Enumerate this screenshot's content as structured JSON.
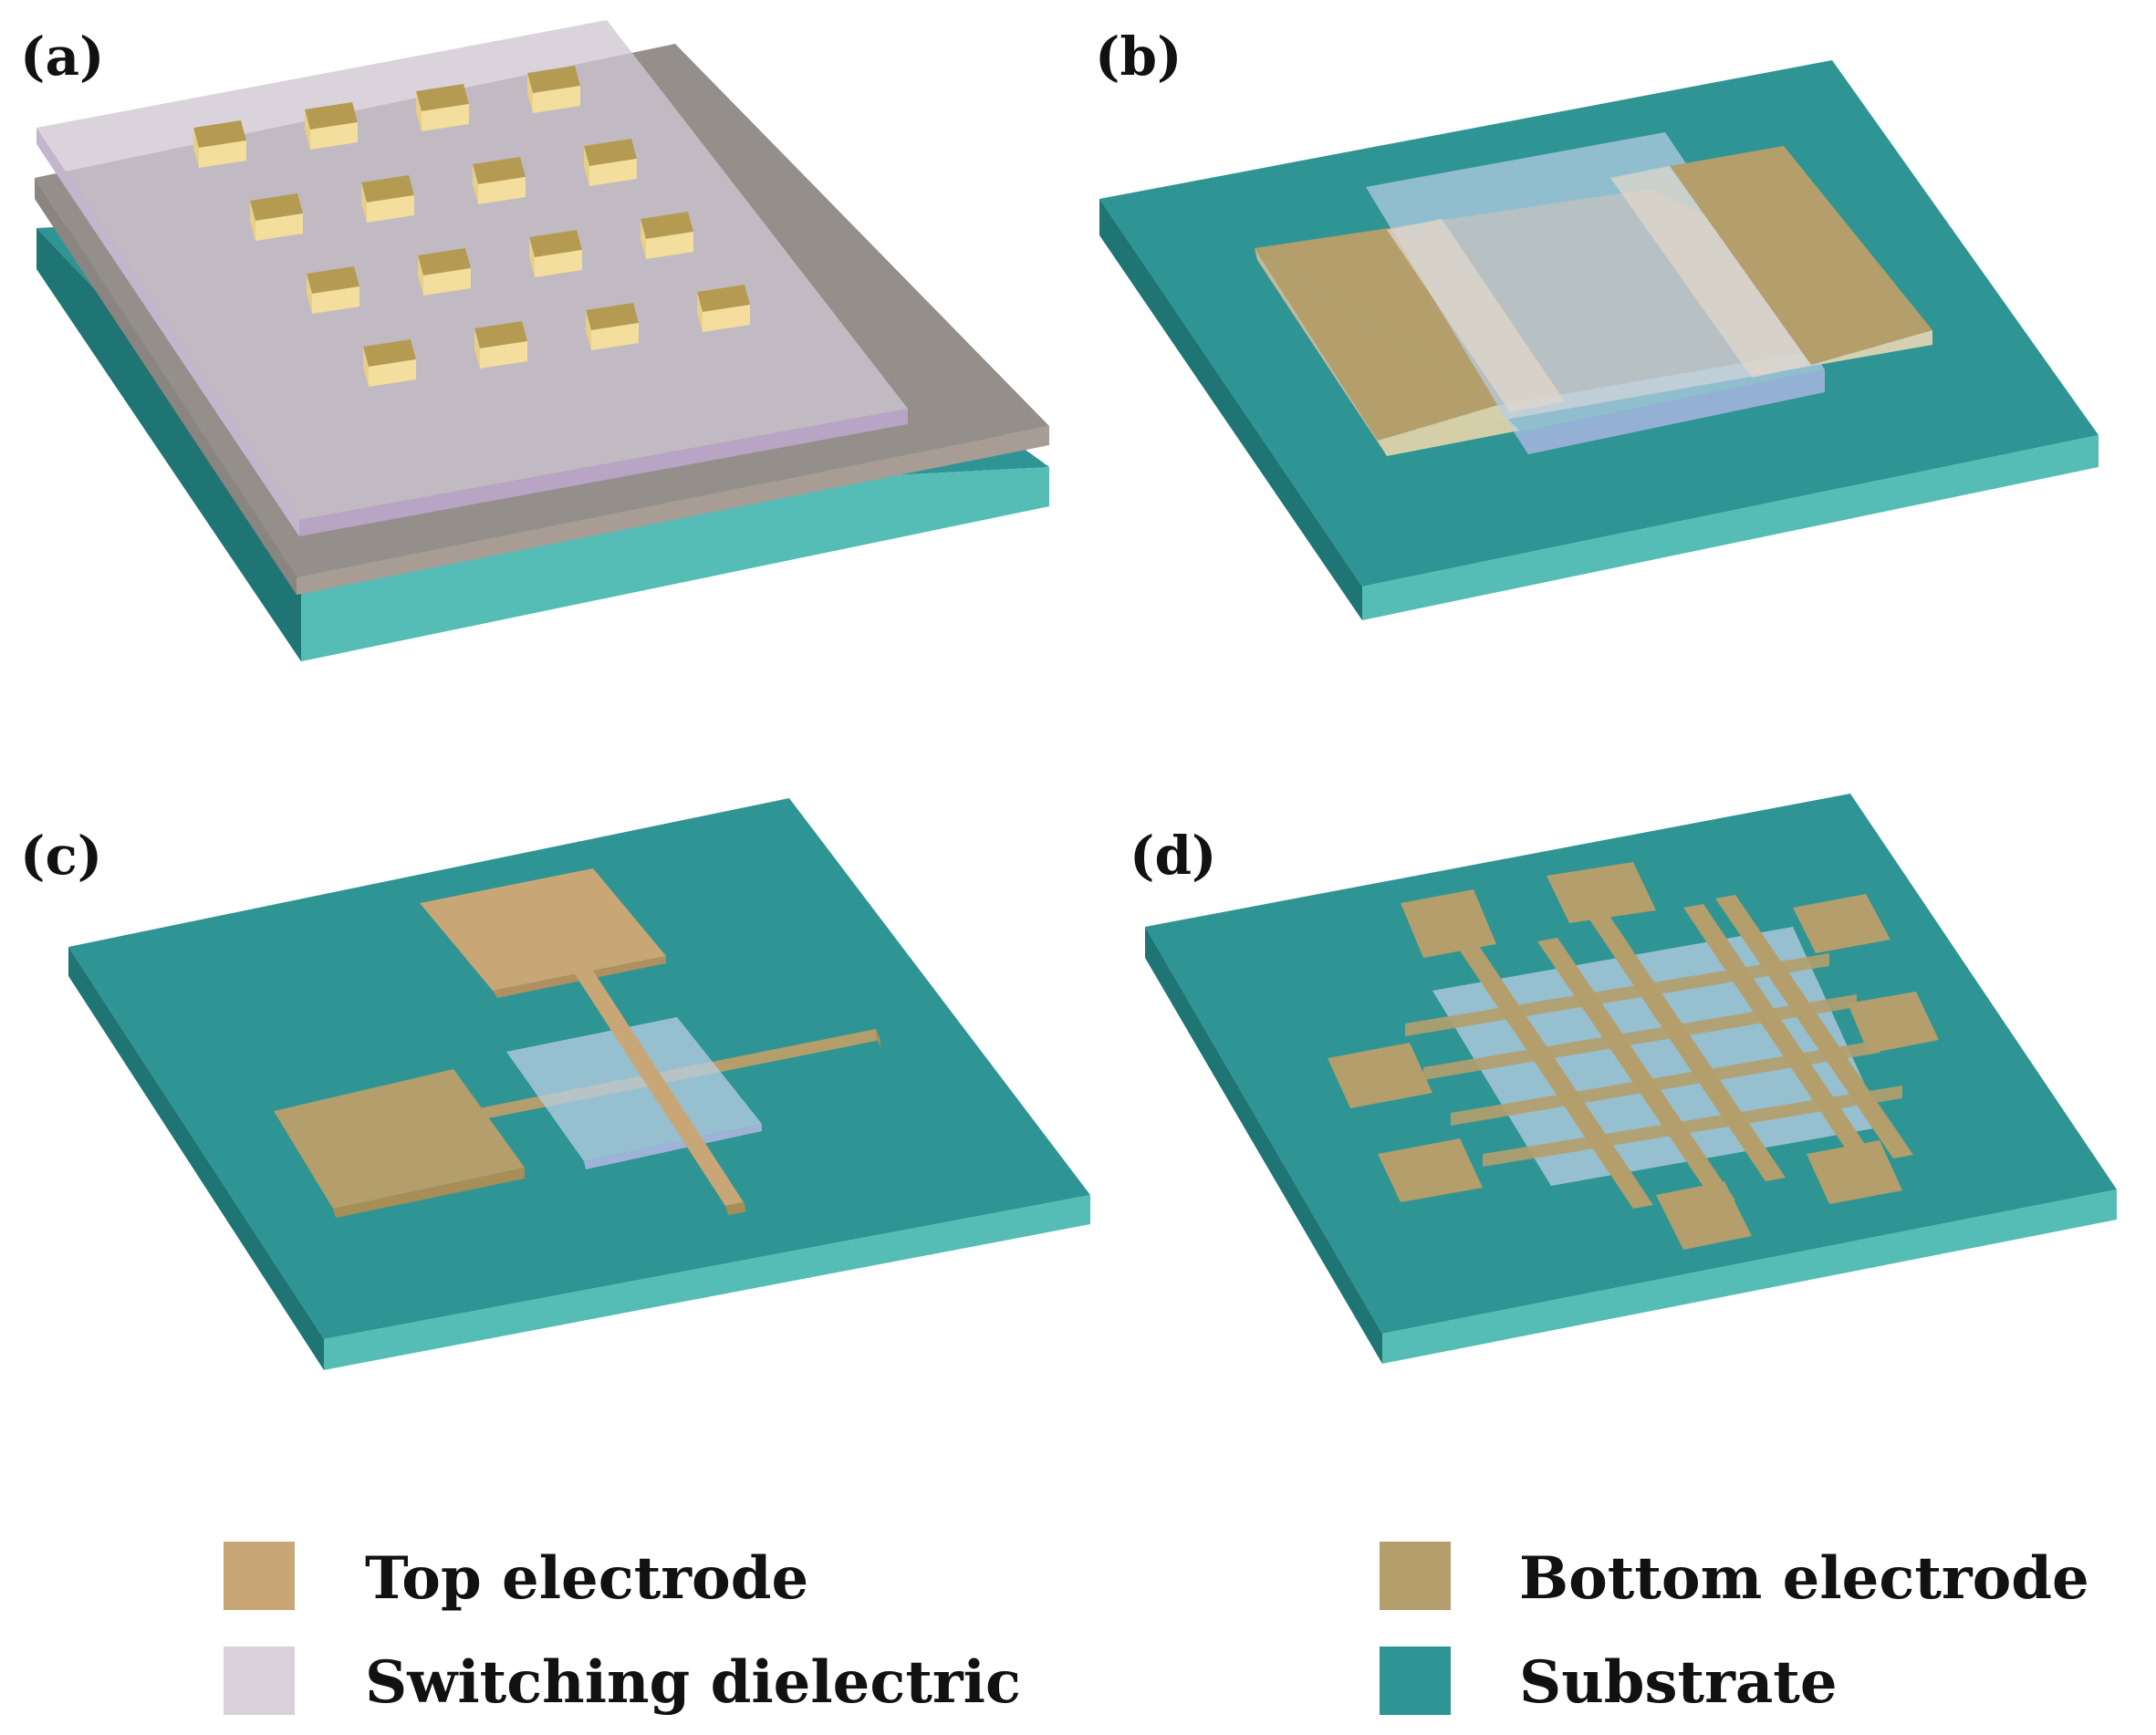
{
  "panels": {
    "a": {
      "label": "(a)"
    },
    "b": {
      "label": "(b)"
    },
    "c": {
      "label": "(c)"
    },
    "d": {
      "label": "(d)"
    }
  },
  "legend": {
    "top_electrode": {
      "label": "Top electrode",
      "color": "#C8A676"
    },
    "switching_dielectric": {
      "label": "Switching dielectric",
      "color": "#D9D2DD"
    },
    "bottom_electrode": {
      "label": "Bottom electrode",
      "color": "#B49E6B"
    },
    "substrate": {
      "label": "Substrate",
      "color": "#2E9594"
    }
  },
  "colors": {
    "substrate_top": "#2E9594",
    "substrate_side": "#55BDB6",
    "substrate_dark": "#1E7574",
    "bottom_electrode": "#B49E6B",
    "top_electrode": "#C8A676",
    "dielectric_film": "#B9CFE4",
    "grey_layer": "#948F8A",
    "grey_layer_side": "#A89D94",
    "lilac_layer": "#CFC6D2",
    "lilac_layer_side": "#B8A4C4",
    "pad_top": "#F3DE9E",
    "pad_side": "#B59B52",
    "pad_front": "#E8CF86"
  }
}
